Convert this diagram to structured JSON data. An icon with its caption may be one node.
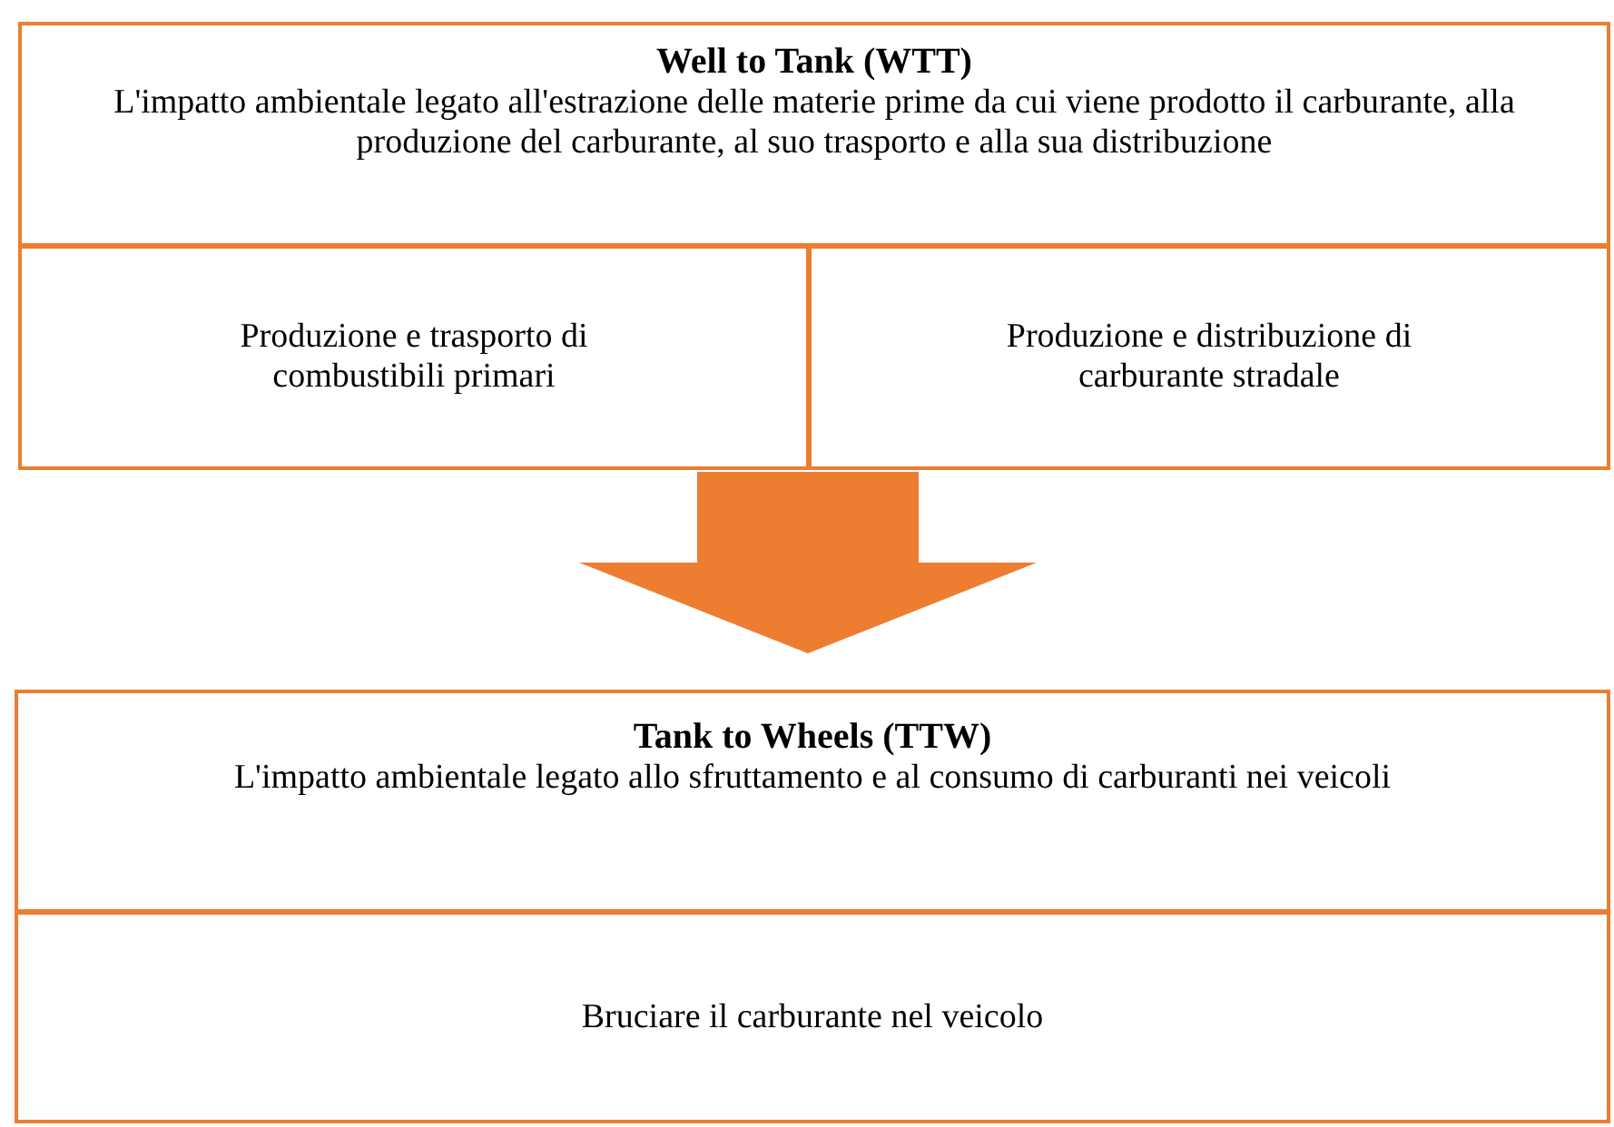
{
  "diagram": {
    "nodes": [
      {
        "text": [
          "Well to Tank (WTT)",
          "L'impatto ambientale legato all'estrazione delle materie prime da cui viene prodotto il carburante, alla produzione del carburante, al suo trasporto e alla sua distribuzione"
        ]
      },
      {
        "text": [
          "Produzione e trasporto di combustibili primari"
        ]
      },
      {
        "text": [
          "Produzione e distribuzione di carburante stradale"
        ]
      },
      {
        "text": [
          "Tank to Wheels (TTW)",
          "L'impatto ambientale legato allo sfruttamento e al consumo di carburanti nei veicoli"
        ]
      },
      {
        "text": [
          "Bruciare il carburante nel veicolo"
        ]
      }
    ],
    "edges": [
      {
        "from": 1,
        "to": 3,
        "arrow": "to",
        "style": "thick"
      },
      {
        "from": 2,
        "to": 3,
        "arrow": "to",
        "style": "thick"
      }
    ]
  }
}
